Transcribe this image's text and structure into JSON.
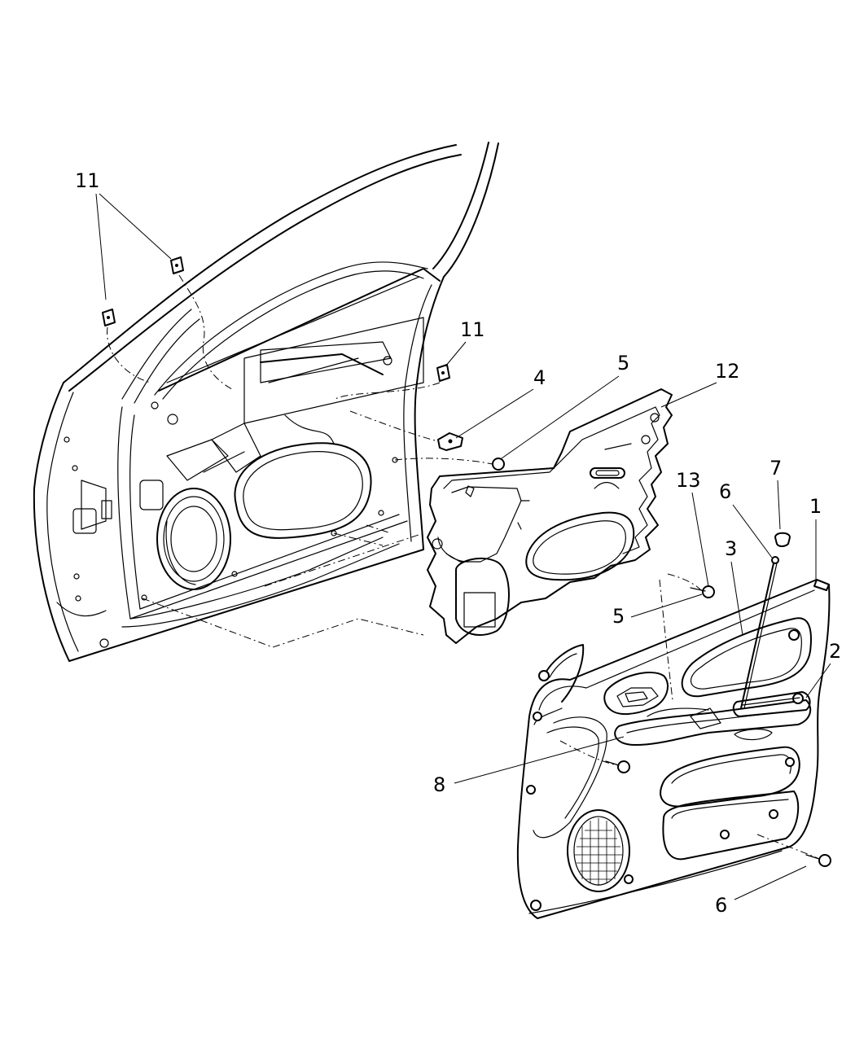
{
  "callouts": {
    "c1": "1",
    "c2": "2",
    "c3": "3",
    "c4": "4",
    "c5a": "5",
    "c5b": "5",
    "c6a": "6",
    "c6b": "6",
    "c7": "7",
    "c8": "8",
    "c11a": "11",
    "c11b": "11",
    "c12": "12",
    "c13": "13"
  }
}
